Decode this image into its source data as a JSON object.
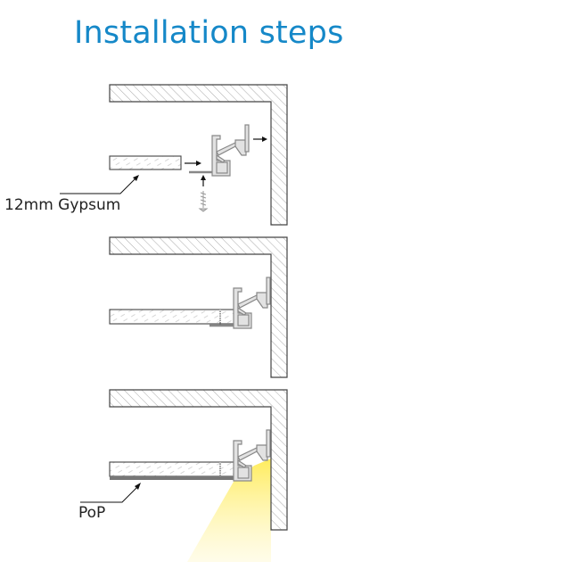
{
  "title": "Installation steps",
  "labels": {
    "gypsum": "12mm Gypsum",
    "pop": "PoP"
  },
  "colors": {
    "title": "#1588c8",
    "light": "#fff07a",
    "pop_layer": "#777777"
  }
}
